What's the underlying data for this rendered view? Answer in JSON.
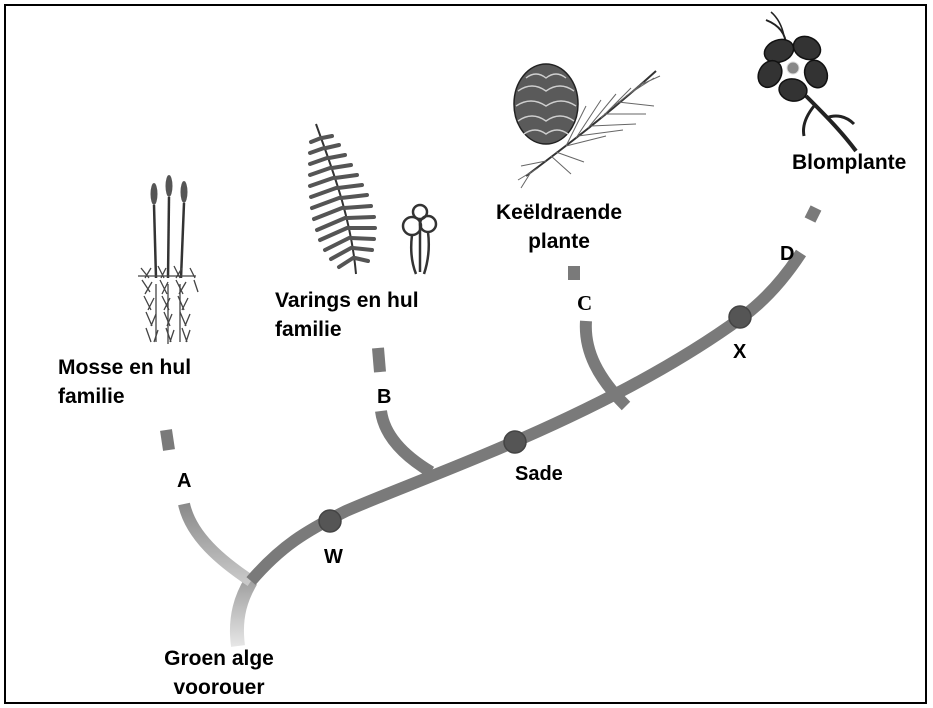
{
  "diagram": {
    "groups": {
      "mosses": [
        "Mosse en hul",
        "familie"
      ],
      "ferns": [
        "Varings en hul",
        "familie"
      ],
      "conifers": [
        "Keëldraende",
        "plante"
      ],
      "flowering": [
        "Blomplante"
      ]
    },
    "ancestor": [
      "Groen alge",
      "voorouer"
    ],
    "branch_letters": {
      "a": "A",
      "b": "B",
      "c": "C",
      "d": "D"
    },
    "node_labels": {
      "w": "W",
      "seeds": "Sade",
      "x": "X"
    },
    "colors": {
      "branch": "#7a7a7a",
      "node": "#555555",
      "ancestor_fade": "#d6d6d6"
    }
  }
}
